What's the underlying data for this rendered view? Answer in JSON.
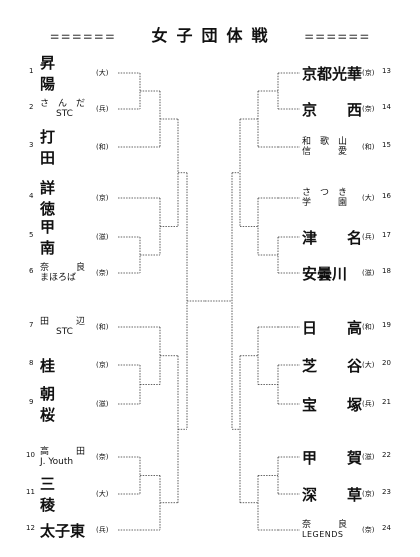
{
  "title": {
    "deco_left": "======",
    "main": "女子団体戦",
    "deco_right": "======"
  },
  "left": [
    {
      "num": "1",
      "lines": [
        "昇　　陽"
      ],
      "pref": "(大)"
    },
    {
      "num": "2",
      "lines": [
        "さ　ん　だ",
        "STC"
      ],
      "pref": "(兵)"
    },
    {
      "num": "3",
      "lines": [
        "打　　田"
      ],
      "pref": "(和)"
    },
    {
      "num": "4",
      "lines": [
        "詳　　徳"
      ],
      "pref": "(京)"
    },
    {
      "num": "5",
      "lines": [
        "甲　　南"
      ],
      "pref": "(滋)"
    },
    {
      "num": "6",
      "lines": [
        "奈　　　良",
        "まほろば"
      ],
      "pref": "(奈)"
    },
    {
      "num": "7",
      "lines": [
        "田　　　辺",
        "STC"
      ],
      "pref": "(和)"
    },
    {
      "num": "8",
      "lines": [
        "桂"
      ],
      "pref": "(京)"
    },
    {
      "num": "9",
      "lines": [
        "朝　　桜"
      ],
      "pref": "(滋)"
    },
    {
      "num": "10",
      "lines": [
        "高　　　田",
        "J. Youth"
      ],
      "pref": "(奈)"
    },
    {
      "num": "11",
      "lines": [
        "三　　稜"
      ],
      "pref": "(大)"
    },
    {
      "num": "12",
      "lines": [
        "太子東"
      ],
      "pref": "(兵)"
    }
  ],
  "right": [
    {
      "num": "13",
      "lines": [
        "京都光華"
      ],
      "pref": "(京)"
    },
    {
      "num": "14",
      "lines": [
        "京　　西"
      ],
      "pref": "(奈)"
    },
    {
      "num": "15",
      "lines": [
        "和　歌　山",
        "信　　　愛"
      ],
      "pref": "(和)"
    },
    {
      "num": "16",
      "lines": [
        "さ　つ　き",
        "学　　　園"
      ],
      "pref": "(大)"
    },
    {
      "num": "17",
      "lines": [
        "津　　名"
      ],
      "pref": "(兵)"
    },
    {
      "num": "18",
      "lines": [
        "安曇川"
      ],
      "pref": "(滋)"
    },
    {
      "num": "19",
      "lines": [
        "日　　高"
      ],
      "pref": "(和)"
    },
    {
      "num": "20",
      "lines": [
        "芝　　谷"
      ],
      "pref": "(大)"
    },
    {
      "num": "21",
      "lines": [
        "宝　　塚"
      ],
      "pref": "(兵)"
    },
    {
      "num": "22",
      "lines": [
        "甲　　賀"
      ],
      "pref": "(滋)"
    },
    {
      "num": "23",
      "lines": [
        "深　　草"
      ],
      "pref": "(京)"
    },
    {
      "num": "24",
      "lines": [
        "奈　　　良",
        "LEGENDS"
      ],
      "pref": "(奈)"
    }
  ]
}
